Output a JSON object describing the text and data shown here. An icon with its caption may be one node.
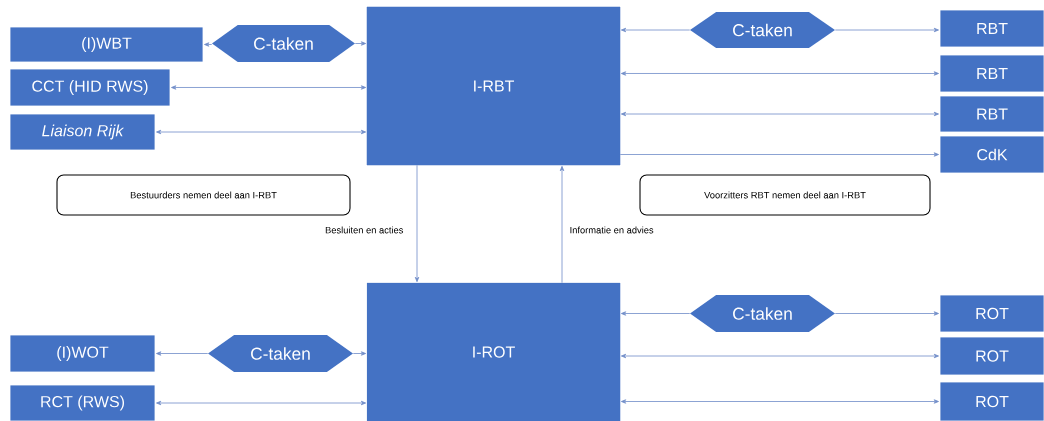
{
  "diagram": {
    "nodes": [
      {
        "text": [
          "(I)WBT"
        ]
      },
      {
        "text": [
          "C-taken"
        ]
      },
      {
        "text": [
          "I-RBT"
        ]
      },
      {
        "text": [
          "CCT (HID RWS)"
        ]
      },
      {
        "text": [
          "Liaison Rijk"
        ]
      },
      {
        "text": [
          "C-taken"
        ]
      },
      {
        "text": [
          "RBT"
        ]
      },
      {
        "text": [
          "RBT"
        ]
      },
      {
        "text": [
          "RBT"
        ]
      },
      {
        "text": [
          "CdK"
        ]
      },
      {
        "text": [
          "Bestuurders nemen deel aan I-RBT"
        ]
      },
      {
        "text": [
          "Voorzitters RBT nemen deel aan I-RBT"
        ]
      },
      {
        "text": [
          "I-ROT"
        ]
      },
      {
        "text": [
          "(I)WOT"
        ]
      },
      {
        "text": [
          "C-taken"
        ]
      },
      {
        "text": [
          "RCT (RWS)"
        ]
      },
      {
        "text": [
          "C-taken"
        ]
      },
      {
        "text": [
          "ROT"
        ]
      },
      {
        "text": [
          "ROT"
        ]
      },
      {
        "text": [
          "ROT"
        ]
      }
    ],
    "edges": [
      {
        "from": 1,
        "to": 0,
        "arrow": "to"
      },
      {
        "from": 1,
        "to": 2,
        "arrow": "to"
      },
      {
        "from": 3,
        "to": 2,
        "arrow": "both"
      },
      {
        "from": 4,
        "to": 2,
        "arrow": "both"
      },
      {
        "from": 5,
        "to": 2,
        "arrow": "to"
      },
      {
        "from": 5,
        "to": 6,
        "arrow": "to"
      },
      {
        "from": 2,
        "to": 7,
        "arrow": "both"
      },
      {
        "from": 2,
        "to": 8,
        "arrow": "both"
      },
      {
        "from": 2,
        "to": 9,
        "arrow": "to"
      },
      {
        "from": 2,
        "to": 12,
        "arrow": "to",
        "label": "Besluiten en acties"
      },
      {
        "from": 12,
        "to": 2,
        "arrow": "to",
        "label": "Informatie en advies"
      },
      {
        "from": 14,
        "to": 13,
        "arrow": "to"
      },
      {
        "from": 14,
        "to": 12,
        "arrow": "to"
      },
      {
        "from": 15,
        "to": 12,
        "arrow": "both"
      },
      {
        "from": 16,
        "to": 12,
        "arrow": "to"
      },
      {
        "from": 16,
        "to": 17,
        "arrow": "to"
      },
      {
        "from": 12,
        "to": 18,
        "arrow": "both"
      },
      {
        "from": 12,
        "to": 19,
        "arrow": "both"
      }
    ]
  }
}
